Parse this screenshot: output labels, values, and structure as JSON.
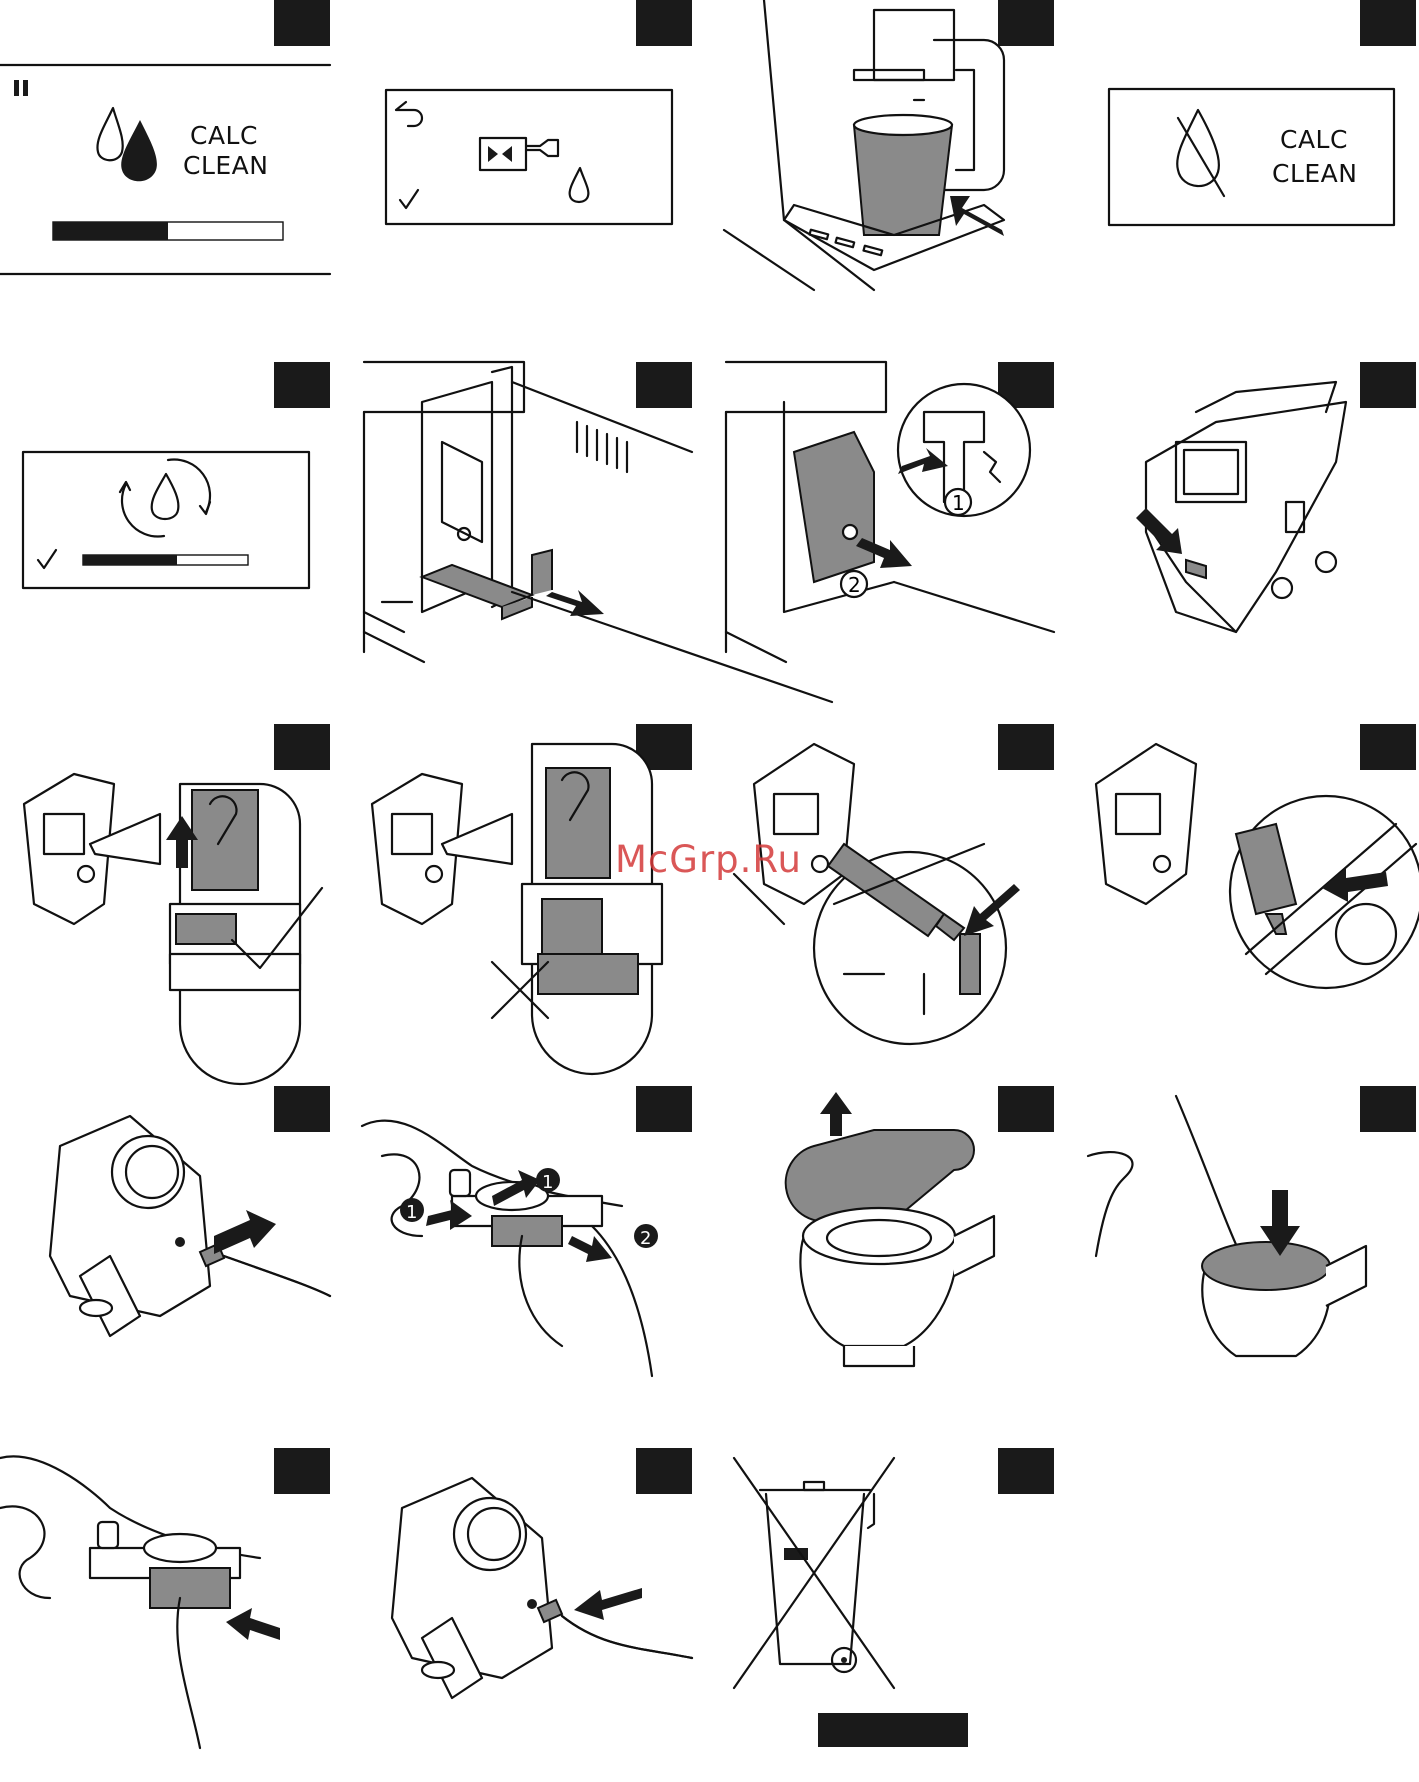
{
  "displays": {
    "p1": {
      "line1": "CALC",
      "line2": "CLEAN",
      "progress": 0.5
    },
    "p4": {
      "line1": "CALC",
      "line2": "CLEAN"
    },
    "p5": {
      "progress": 0.57
    }
  },
  "callouts": {
    "one": "1",
    "two": "2"
  },
  "watermark": "McGrp.Ru",
  "colors": {
    "ink": "#111111",
    "badge": "#1a1a1a",
    "shade": "#8a8a8a",
    "watermark": "#d43a3a"
  }
}
